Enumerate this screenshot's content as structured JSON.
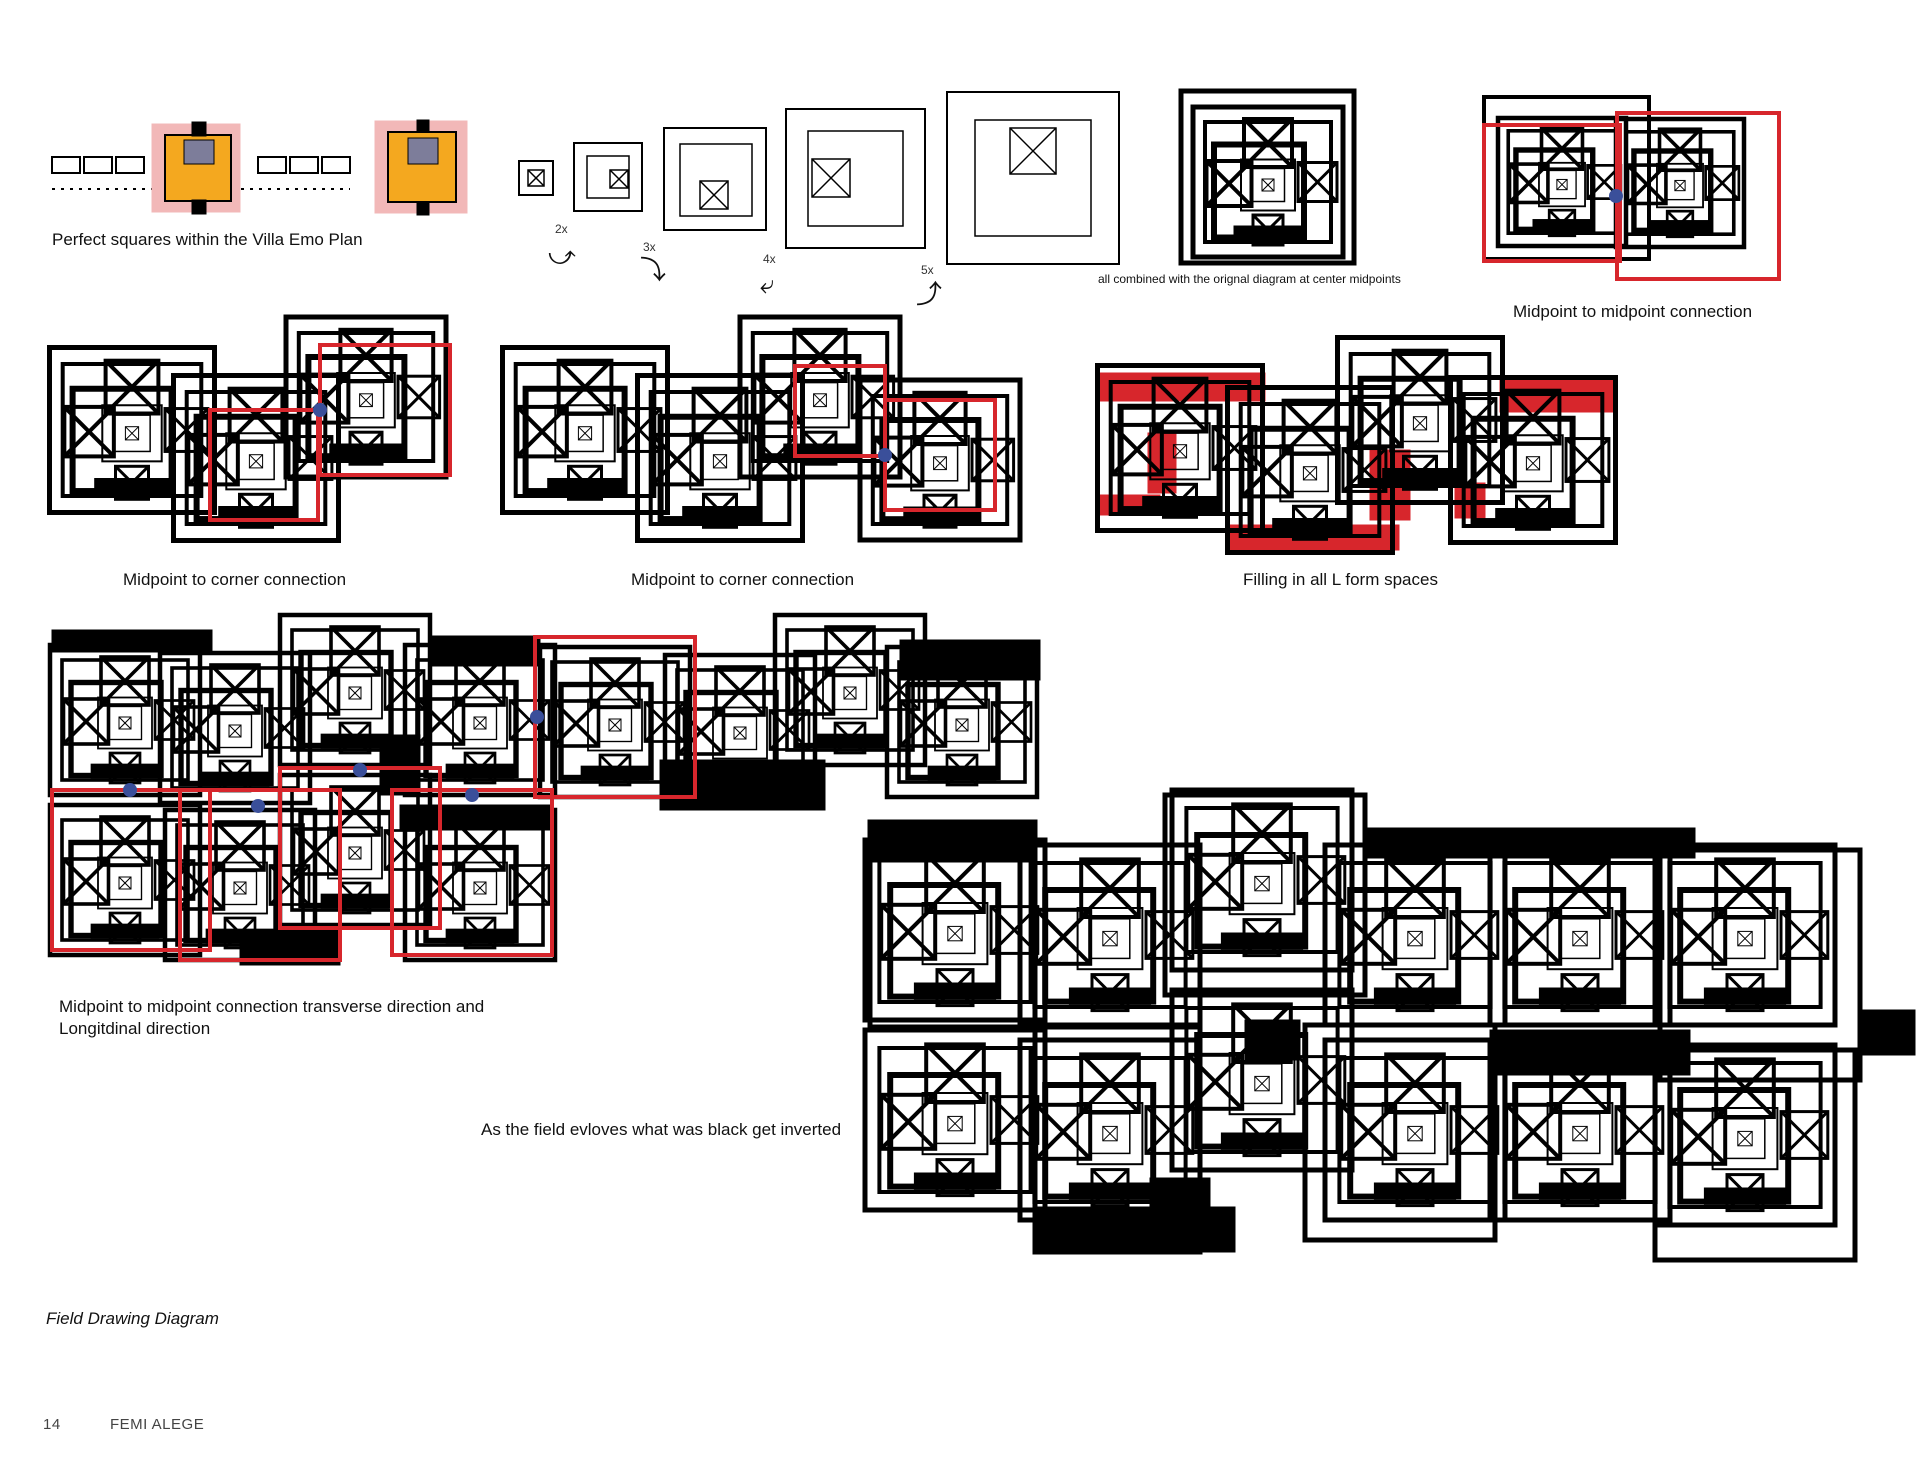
{
  "captions": {
    "villa_emo": "Perfect squares within the Villa Emo Plan",
    "combined": "all combined with the orignal diagram at center midpoints",
    "mid_to_mid": "Midpoint to midpoint connection",
    "mid_to_corner_1": "Midpoint to corner connection",
    "mid_to_corner_2": "Midpoint to corner connection",
    "filling_l": "Filling in all L form spaces",
    "transverse_line1": "Midpoint to midpoint connection transverse direction and",
    "transverse_line2": "Longitdinal direction",
    "inverted": "As the field evloves what was black get inverted"
  },
  "scale_steps": [
    "2x",
    "3x",
    "4x",
    "5x"
  ],
  "figure_title": "Field Drawing Diagram",
  "footer": {
    "page_number": "14",
    "author": "FEMI ALEGE"
  },
  "colors": {
    "red": "#d7262c",
    "dot": "#3a4f9a",
    "orange": "#f4a81f",
    "pink": "#f2b8b8",
    "grey": "#7d7d9a",
    "black": "#000000"
  }
}
